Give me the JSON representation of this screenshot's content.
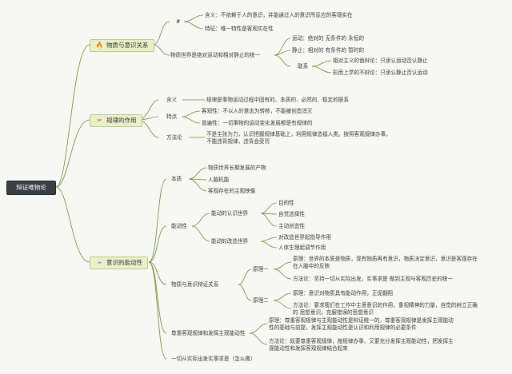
{
  "root": {
    "label": "辩证唯物论"
  },
  "topics": [
    {
      "label": "物质与意识关系",
      "icon": "fire-icon",
      "glyph": "🔥",
      "color": "#e45a2a"
    },
    {
      "label": "规律的作用",
      "icon": "tools-icon",
      "glyph": "✂",
      "color": "#c23a2c"
    },
    {
      "label": "意识的能动性",
      "icon": "paper-plane-icon",
      "glyph": "➢",
      "color": "#3d7fbf"
    }
  ],
  "branch1": {
    "hash": "#",
    "hash_children": [
      "含义：不依赖于人的意识，并能通过人的意识所反应的客观实在",
      "特征：唯一特性是客观实在性"
    ],
    "world": "物质世界是绝对运动和相对静止的统一",
    "world_children": {
      "motion": "运动：绝对的 无条件的 永恒的",
      "rest": "静止：相对的 有条件的 暂时的",
      "link": "联系",
      "link_children": [
        "相对主义的诡辩论：只承认运动否认静止",
        "形而上学的不辩论：只承认静止否认运动"
      ]
    }
  },
  "branch2": {
    "meaning_label": "含义",
    "meaning_text": "规律是事物运动过程中固有的、本质的、必然的、稳定的联系",
    "feature_label": "特点",
    "features": [
      "客观性：不以人的意志为转移，不能被创造消灭",
      "普遍性：一切事物的运动变化发展都是有规律的"
    ],
    "method_label": "方法论",
    "method_lines": [
      "不是主张为力，认识把握规律基础上，利用规律造福人类。按照客观规律办事，",
      "不能违背规律，违背会受罚"
    ]
  },
  "branch3": {
    "essence_label": "本质",
    "essence_items": [
      "物质世界长期发展的产物",
      "人脑机能",
      "客观存在的主观映像"
    ],
    "agency_label": "能动性",
    "cog_label": "能动的认识世界",
    "cog_items": [
      "目的性",
      "自觉选择性",
      "主动创造性"
    ],
    "trans_label": "能动的改造世界",
    "trans_items": [
      "对改造世界起指导作用",
      "人体生理起调节作用"
    ],
    "relation_label": "物质与意识辩证关系",
    "p1_label": "原理一",
    "p1_items": [
      [
        "原理：世界的本质是物质，现有物质再有意识，物质决定意识，意识是客观存在",
        "在人脑中的反映"
      ],
      [
        "方法论：坚持一切从实际出发，实事求是 做到主观与客观历史的统一"
      ]
    ],
    "p2_label": "原理二",
    "p2_items": [
      [
        "原理：意识对物质具有能动作用，正促翻阻"
      ],
      [
        "方法论：要求我们在工作中主意意识的作用，重视精神的力量，自觉的树立正确",
        "的 思想意识，克服错误的思想意识"
      ]
    ],
    "respect_label": "尊重客观规律和发挥主观能动性",
    "respect_items": [
      [
        "原理：尊重客观规律与主观能动性是辩证统一的，尊重客观规律是发挥主观能动",
        "性的基础与前提，发挥主观能动性是认识和利用规律的必要条件"
      ],
      [
        "方法论：既要尊重客观规律，按规律办事，又要充分发挥主观能动性，把发挥主",
        "观能动性和发挥客观规律结合起来"
      ]
    ],
    "seek_label": "一切从实际出发实事求是（怎么做）"
  }
}
